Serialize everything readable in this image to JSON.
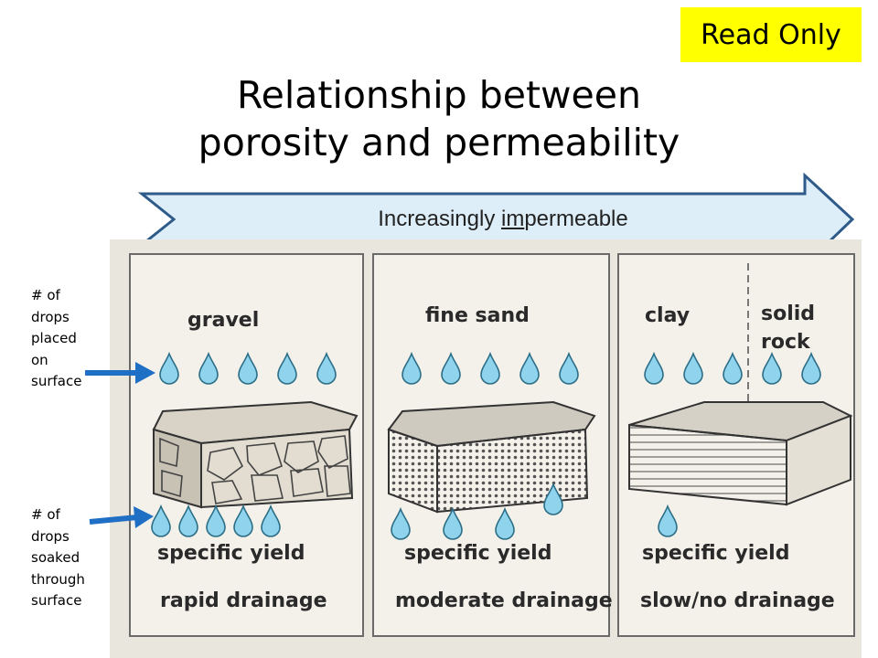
{
  "badge": "Read Only",
  "title": {
    "line1": "Relationship between",
    "line2": "porosity and permeability"
  },
  "arrow": {
    "prefix": "Increasingly ",
    "underlined": "im",
    "suffix": "permeable"
  },
  "side_labels": [
    [
      "# of",
      "drops",
      "placed",
      "on",
      "surface"
    ],
    [
      "# of",
      "drops",
      "soaked",
      "through",
      "surface"
    ]
  ],
  "panels": [
    {
      "material": "gravel",
      "drainage": "rapid drainage",
      "yield": "specific yield",
      "drops_placed": 5,
      "drops_soaked": 5
    },
    {
      "material": "fine sand",
      "drainage": "moderate drainage",
      "yield": "specific yield",
      "drops_placed": 5,
      "drops_soaked": 4
    },
    {
      "material": "clay",
      "material2_line1": "solid",
      "material2_line2": "rock",
      "drainage": "slow/no drainage",
      "yield": "specific yield",
      "drops_placed": 5,
      "drops_soaked": 1
    }
  ],
  "colors": {
    "badge": "#ffff00",
    "arrow_fill": "#ddeef8",
    "arrow_stroke": "#2e5b8a",
    "pointer_arrow": "#1f6fc5",
    "drop_fill": "#8fd3ec",
    "panel_bg": "#f4f1ea"
  }
}
